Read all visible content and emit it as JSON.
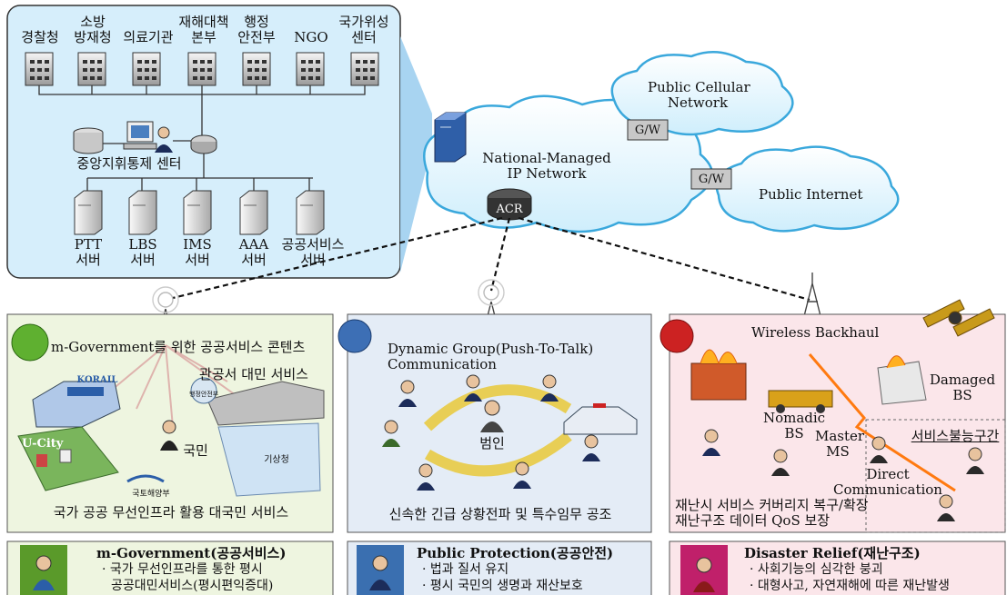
{
  "agencies": [
    "경찰청",
    "소방\n방재청",
    "의료기관",
    "재해대책\n본부",
    "행정\n안전부",
    "NGO",
    "국가위성\n센터"
  ],
  "center_label": "중앙지휘통제 센터",
  "servers": [
    "PTT\n서버",
    "LBS\n서버",
    "IMS\n서버",
    "AAA\n서버",
    "공공서비스\n서버"
  ],
  "network": {
    "national": "National-Managed\nIP Network",
    "cellular": "Public Cellular\nNetwork",
    "internet": "Public Internet",
    "gw": "G/W",
    "acr": "ACR"
  },
  "panel1": {
    "title": "m-Government를 위한 공공서비스 콘텐츠",
    "sub": "관공서 대민 서비스",
    "citizen": "국민",
    "ucity": "U-City",
    "korail": "KORAIL",
    "org1": "국토해양부",
    "org2": "기상청",
    "org3": "행정안전부",
    "footer": "국가 공공 무선인프라 활용 대국민 서비스"
  },
  "panel2": {
    "title": "Dynamic Group(Push-To-Talk)\nCommunication",
    "center": "범인",
    "footer": "신속한 긴급 상황전파 및 특수임무 공조"
  },
  "panel3": {
    "backhaul": "Wireless Backhaul",
    "damaged": "Damaged\nBS",
    "nomadic": "Nomadic\nBS",
    "master": "Master\nMS",
    "nocoverage": "서비스불능구간",
    "direct": "Direct\nCommunication",
    "footer1": "재난시 서비스 커버리지 복구/확장",
    "footer2": "재난구조 데이터 QoS 보장"
  },
  "bottom": [
    {
      "title": "m-Government(공공서비스)",
      "lines": [
        "· 국가 무선인프라를 통한 평시",
        "공공대민서비스(평시편익증대)"
      ],
      "color": "#5a9a2a"
    },
    {
      "title": "Public Protection(공공안전)",
      "lines": [
        "· 법과 질서 유지",
        "· 평시 국민의 생명과 재산보호"
      ],
      "color": "#3a6fb0"
    },
    {
      "title": "Disaster Relief(재난구조)",
      "lines": [
        "· 사회기능의 심각한 붕괴",
        "· 대형사고, 자연재해에 따른 재난발생"
      ],
      "color": "#c0206a"
    }
  ],
  "colors": {
    "cloud": "#e8f6fd",
    "topbox": "#d6eefb",
    "p1": "#eef5e0",
    "p2": "#e4ecf6",
    "p3": "#fbe6ea"
  }
}
